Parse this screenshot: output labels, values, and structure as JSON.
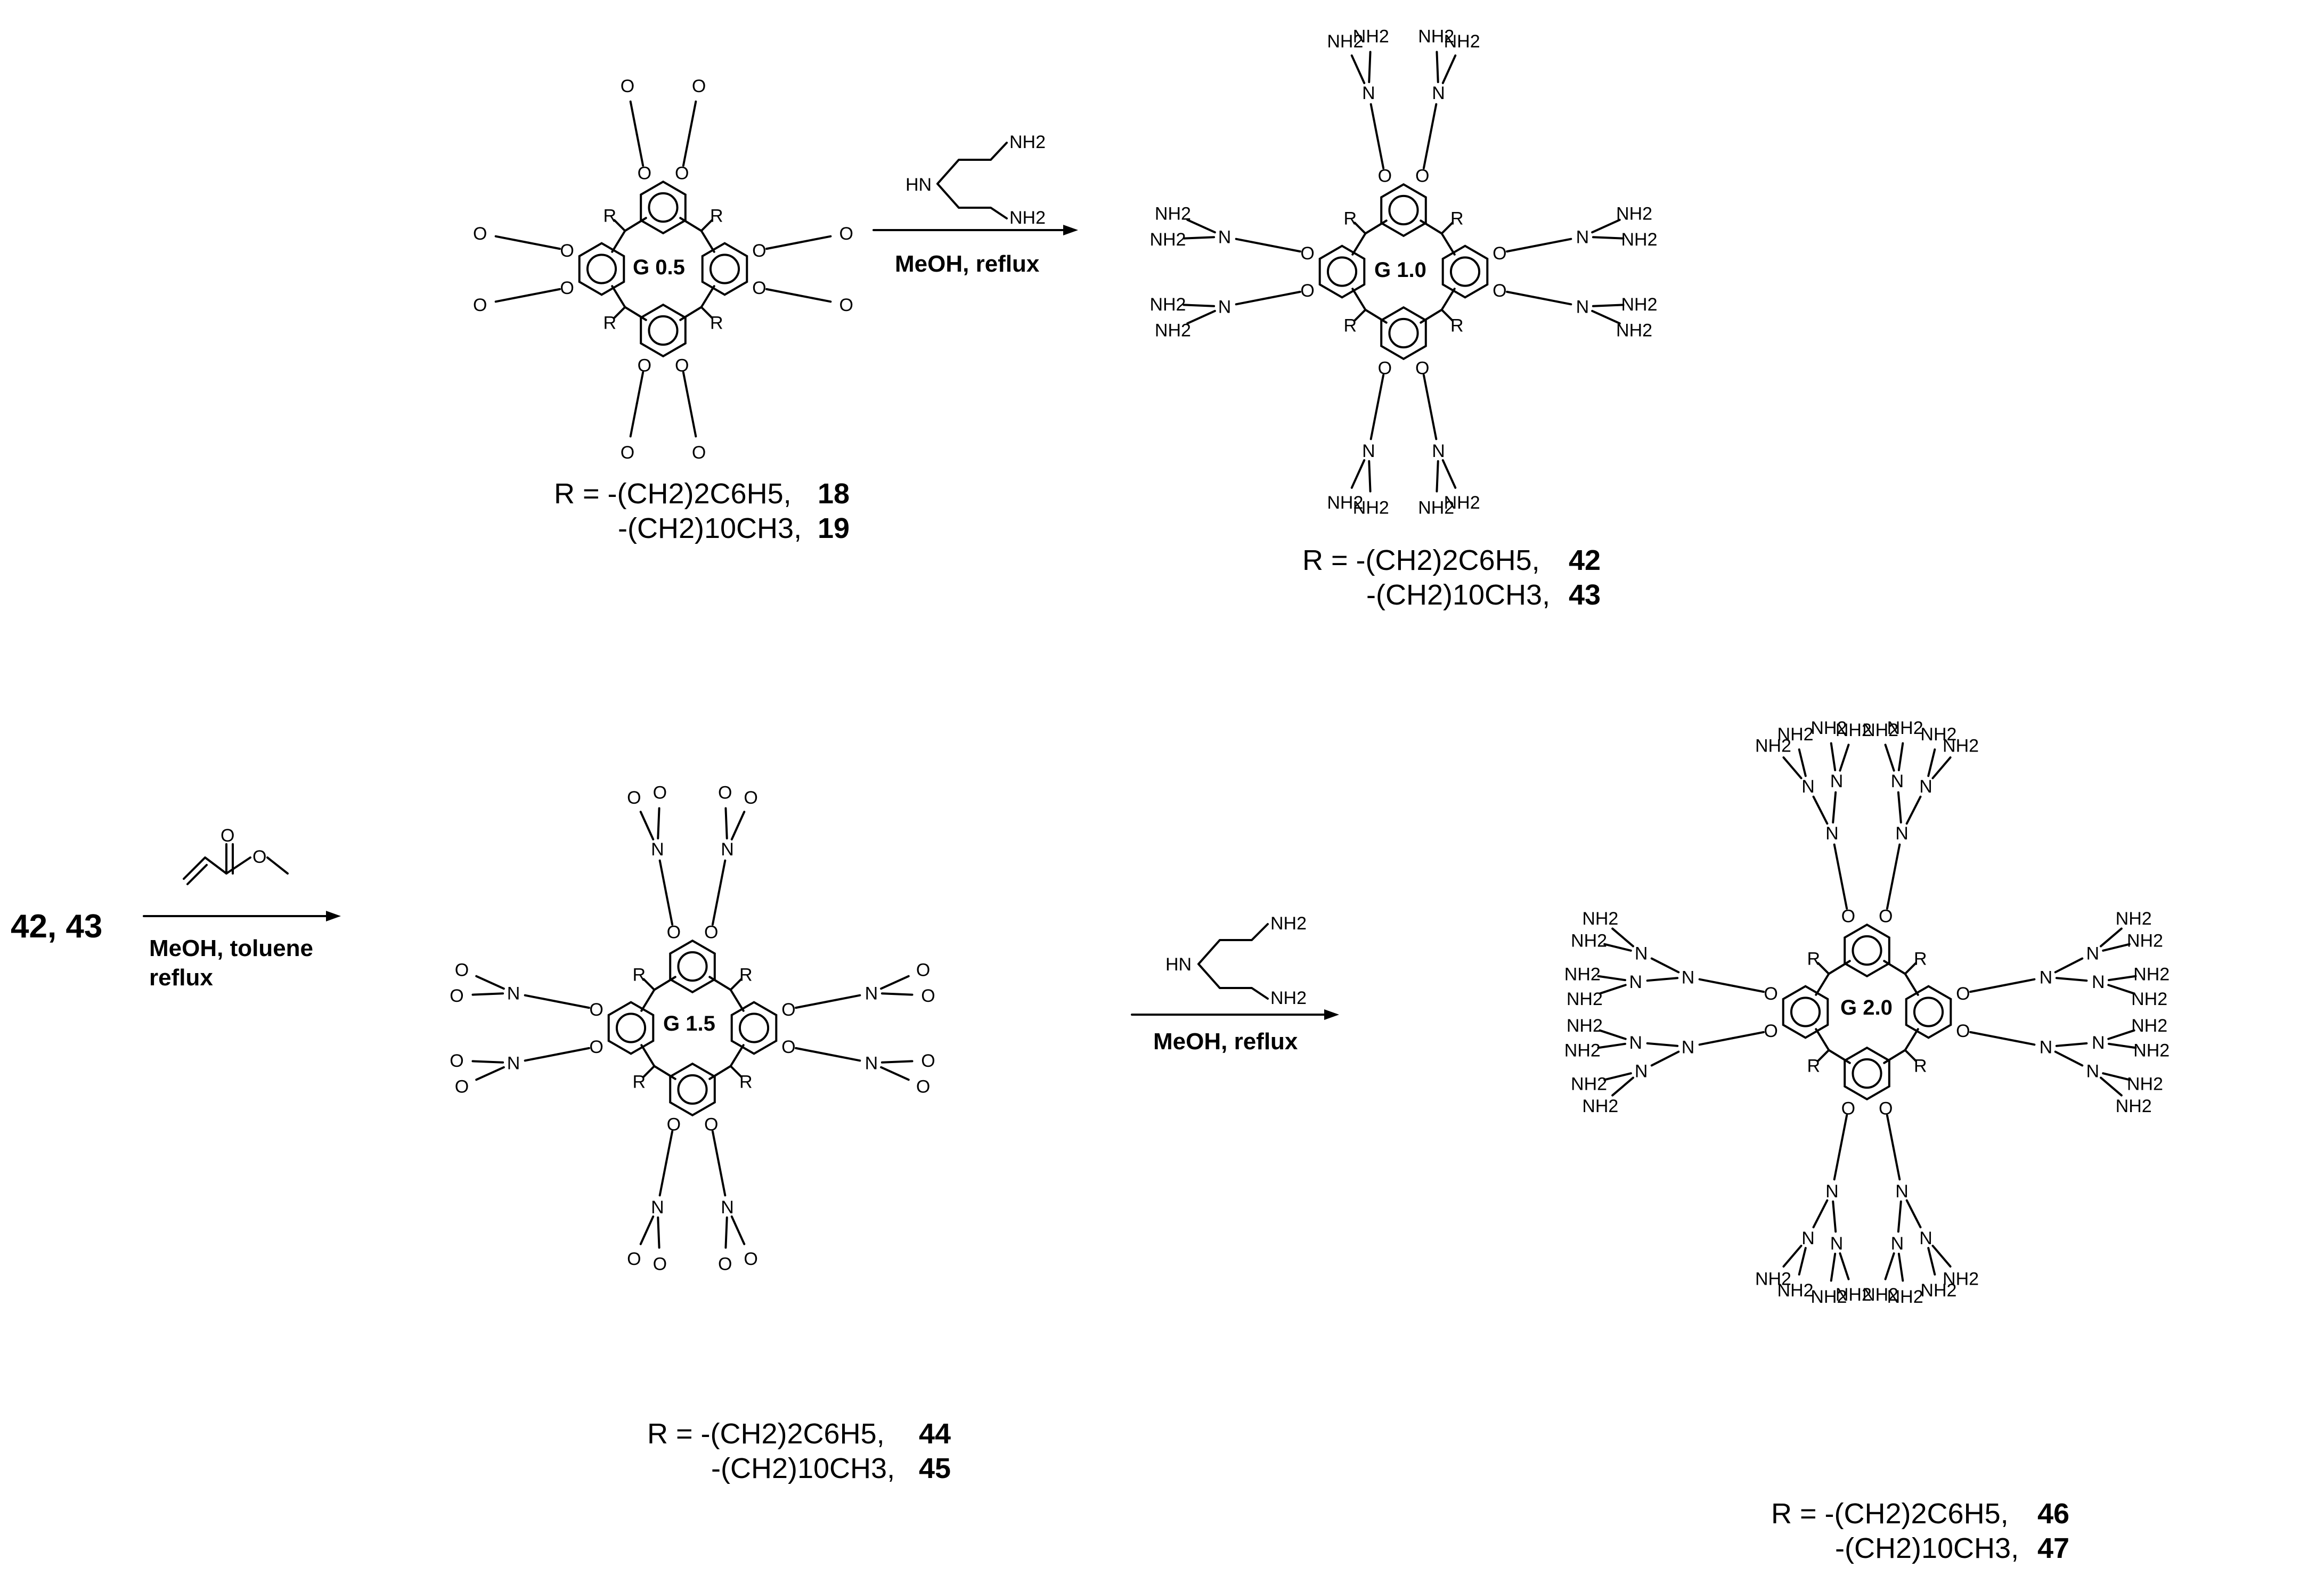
{
  "scheme": {
    "steps": [
      {
        "reagent_atoms": [
          "NH2",
          "HN",
          "NH2"
        ],
        "conditions": [
          "MeOH, reflux"
        ]
      },
      {
        "start_label": "42, 43",
        "conditions": [
          "MeOH, toluene",
          "reflux"
        ]
      },
      {
        "reagent_atoms": [
          "NH2",
          "HN",
          "NH2"
        ],
        "conditions": [
          "MeOH, reflux"
        ]
      }
    ],
    "compounds": [
      {
        "generation": "G 0.5",
        "r_lines": [
          {
            "text": "R = -(CH2)2C6H5,",
            "number": "18"
          },
          {
            "text": "-(CH2)10CH3,",
            "number": "19"
          }
        ]
      },
      {
        "generation": "G 1.0",
        "r_lines": [
          {
            "text": "R = -(CH2)2C6H5,",
            "number": "42"
          },
          {
            "text": "-(CH2)10CH3,",
            "number": "43"
          }
        ]
      },
      {
        "generation": "G 1.5",
        "r_lines": [
          {
            "text": "R = -(CH2)2C6H5,",
            "number": "44"
          },
          {
            "text": "-(CH2)10CH3,",
            "number": "45"
          }
        ]
      },
      {
        "generation": "G 2.0",
        "r_lines": [
          {
            "text": "R = -(CH2)2C6H5,",
            "number": "46"
          },
          {
            "text": "-(CH2)10CH3,",
            "number": "47"
          }
        ]
      }
    ],
    "atoms": {
      "oxygen": "O",
      "nitrogen": "N",
      "substituent": "R",
      "amine": "NH2",
      "ester_methyl": "O"
    }
  }
}
